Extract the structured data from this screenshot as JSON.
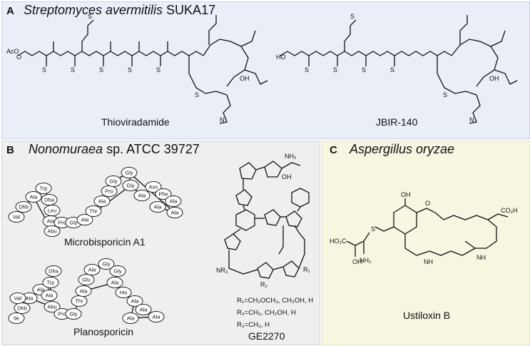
{
  "panel_a": {
    "label": "A",
    "title_italic": "Streptomyces avermitilis",
    "title_rest": " SUKA17",
    "captions": [
      "Thioviradamide",
      "JBIR-140"
    ]
  },
  "panel_b": {
    "label": "B",
    "title_italic": "Nonomuraea",
    "title_rest": " sp. ATCC 39727",
    "captions": [
      "Microbisporicin A1",
      "Planosporicin",
      "GE2270"
    ],
    "residues": [
      "R₁=CH₂OCH₃, CH₂OH, H",
      "R₂=CH₃, CH₂OH, H",
      "R₃=CH₃, H"
    ],
    "microbisporicin_beads": [
      "Val",
      "Dhb",
      "Ala",
      "Trp",
      "Dha",
      "Leu",
      "Ala",
      "Abu",
      "Pro",
      "Gly",
      "Ala",
      "Thr",
      "Ala",
      "Pro",
      "Gly",
      "Gly",
      "Gly",
      "Ala",
      "Asn",
      "Phe",
      "Ala",
      "Ala",
      "Ala"
    ],
    "planosporicin_beads": [
      "Ile",
      "Dhb",
      "Ala",
      "Val",
      "Ala",
      "Trp",
      "Dha",
      "Ala",
      "Abu",
      "Pro",
      "Gly",
      "Thr",
      "Ala",
      "Glu",
      "Ala",
      "Gly",
      "Gly",
      "Ala",
      "His",
      "Ala",
      "Ala",
      "Ala",
      "Ala"
    ]
  },
  "panel_c": {
    "label": "C",
    "title_italic": "Aspergillus oryzae",
    "caption": "Ustiloxin B"
  }
}
